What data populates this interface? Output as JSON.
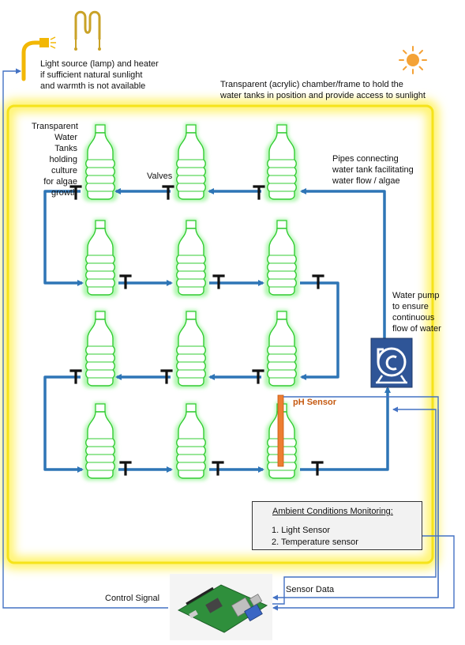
{
  "labels": {
    "lamp": "Light source (lamp) and heater\nif sufficient natural sunlight\nand warmth is not available",
    "chamber": "Transparent (acrylic) chamber/frame to hold the\nwater tanks in position and provide access to sunlight",
    "tanks": "Transparent\nWater Tanks\nholding culture\nfor algae\ngrowth",
    "valves": "Valves",
    "pipes": "Pipes connecting\nwater tank facilitating\nwater flow / algae",
    "pump": "Water pump\nto ensure\ncontinuous\nflow of water",
    "ph": "pH Sensor",
    "control": "Control Signal",
    "sensor_data": "Sensor Data"
  },
  "monitor": {
    "title": "Ambient Conditions Monitoring:",
    "items": [
      "1.   Light Sensor",
      "2.   Temperature sensor"
    ]
  },
  "valve_glyph": "T",
  "colors": {
    "frame_glow": "#fff36a",
    "frame_border": "#f5e31a",
    "pipe": "#2e75b6",
    "bottle_outline": "#33cc33",
    "bottle_glow": "#9ef59e",
    "pump": "#2f5597",
    "ph_sensor": "#ed7d31",
    "sun": "#f4a236",
    "lamp": "#f2b705",
    "signal_wire": "#4472c4"
  },
  "icons": [
    "sun-icon",
    "lamp-icon",
    "heater-icon",
    "pump-icon",
    "raspberry-pi-board",
    "sensor-board"
  ]
}
